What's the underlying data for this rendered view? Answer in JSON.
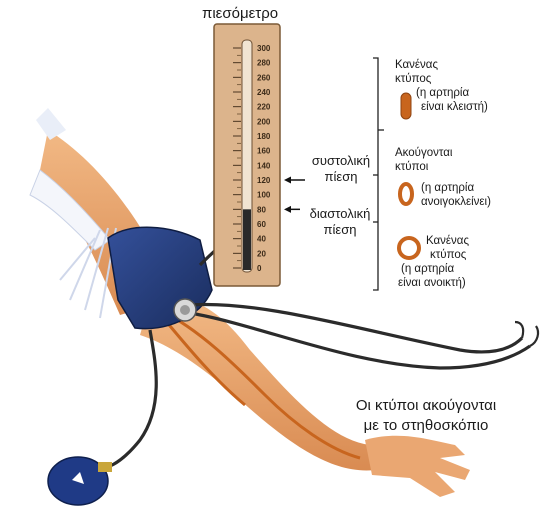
{
  "title": "πιεσόμετρο",
  "scale_ticks": [
    "300",
    "280",
    "260",
    "240",
    "220",
    "200",
    "180",
    "160",
    "140",
    "120",
    "100",
    "80",
    "60",
    "40",
    "20",
    "0"
  ],
  "systolic": {
    "line1": "συστολική",
    "line2": "πίεση",
    "value": 120
  },
  "diastolic": {
    "line1": "διαστολική",
    "line2": "πίεση",
    "value": 80
  },
  "mercury_level": 80,
  "states": [
    {
      "line1": "Κανένας",
      "line2": "κτύπος",
      "note1": "(η αρτηρία",
      "note2": "είναι κλειστή)"
    },
    {
      "line1": "Ακούγονται",
      "line2": "κτύποι",
      "note1": "(η αρτηρία",
      "note2": "ανοιγοκλείνει)"
    },
    {
      "line1": "Κανένας",
      "line2": "κτύπος",
      "note1": "(η αρτηρία",
      "note2": "είναι ανοικτή)"
    }
  ],
  "stethoscope_caption": {
    "line1": "Οι κτύποι ακούγονται",
    "line2": "με το στηθοσκόπιο"
  },
  "colors": {
    "gauge": "#dcb48c",
    "cuff": "#233d7a",
    "mercury": "#2a2a2a",
    "skin": "#e7a36e",
    "artery": "#c8651e",
    "tube": "#2b2b2b"
  }
}
